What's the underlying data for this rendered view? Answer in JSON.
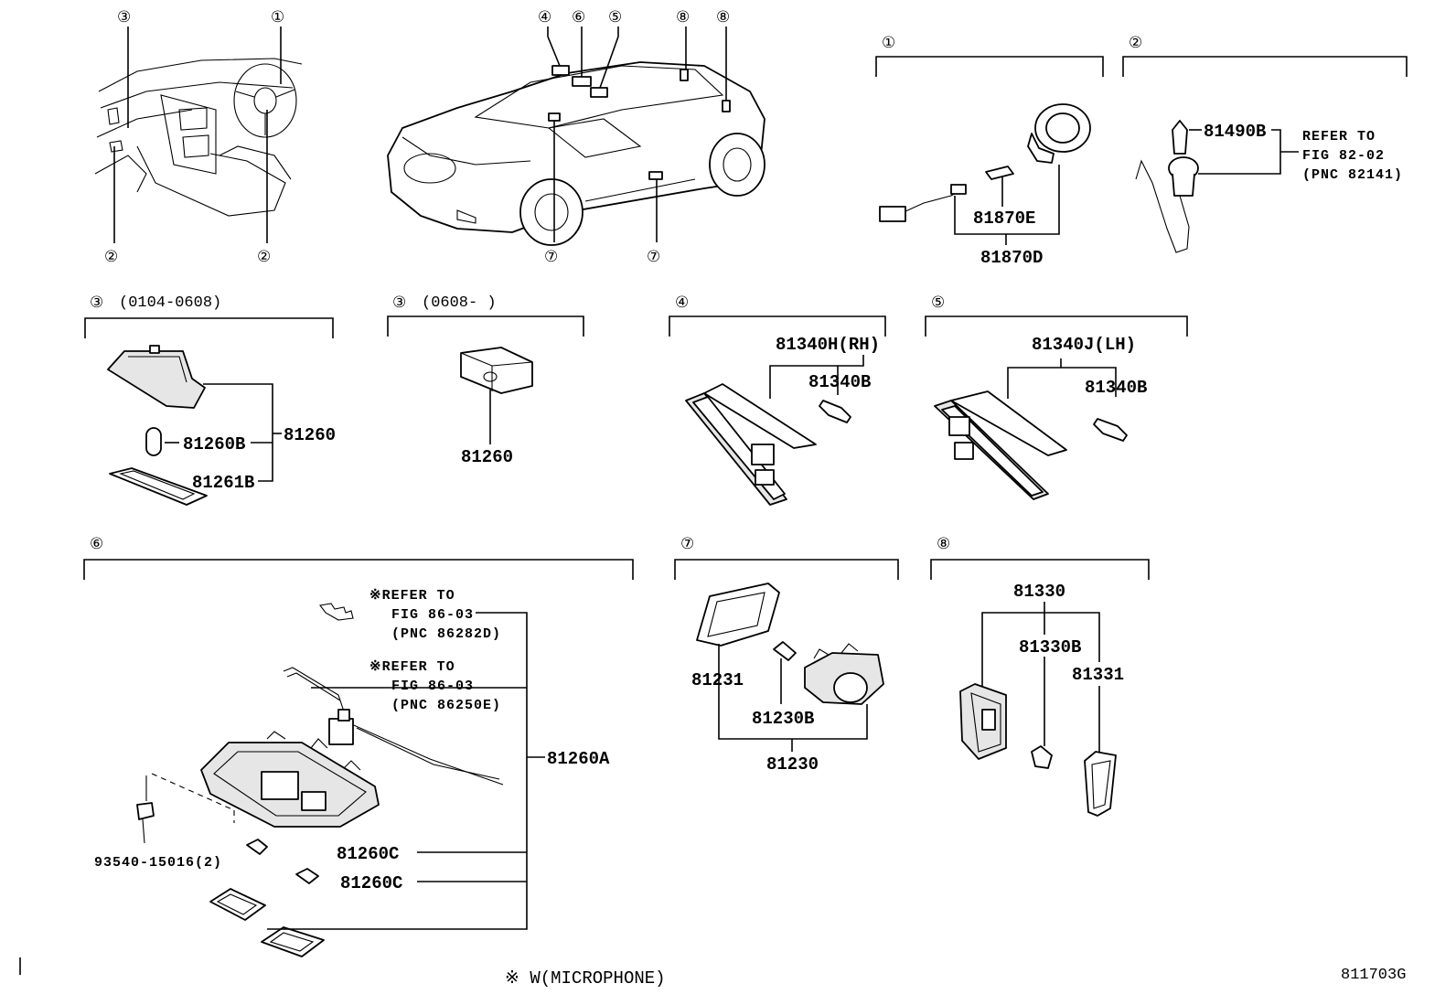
{
  "markers": {
    "m1": "①",
    "m2": "②",
    "m3": "③",
    "m4": "④",
    "m5": "⑤",
    "m6": "⑥",
    "m7": "⑦",
    "m8": "⑧"
  },
  "sections": {
    "s3a_date": "(0104-0608)",
    "s3b_date": "(0608-        )"
  },
  "parts": {
    "p81870E": "81870E",
    "p81870D": "81870D",
    "p81490B": "81490B",
    "p81260_a": "81260",
    "p81260B": "81260B",
    "p81261B": "81261B",
    "p81260_b": "81260",
    "p81340H": "81340H(RH)",
    "p81340B_a": "81340B",
    "p81340J": "81340J(LH)",
    "p81340B_b": "81340B",
    "p81260A": "81260A",
    "p93540": "93540-15016(2)",
    "p81260C_a": "81260C",
    "p81260C_b": "81260C",
    "p81231": "81231",
    "p81230B": "81230B",
    "p81230": "81230",
    "p81330": "81330",
    "p81330B": "81330B",
    "p81331": "81331"
  },
  "refs": {
    "r1_l1": "REFER TO",
    "r1_l2": "FIG 82-02",
    "r1_l3": "(PNC 82141)",
    "r2_l1": "※REFER TO",
    "r2_l2": "FIG 86-03",
    "r2_l3": "(PNC 86282D)",
    "r3_l1": "※REFER TO",
    "r3_l2": "FIG 86-03",
    "r3_l3": "(PNC 86250E)"
  },
  "footer": {
    "note": "※ W(MICROPHONE)",
    "code": "811703G",
    "left_mark": "|"
  }
}
